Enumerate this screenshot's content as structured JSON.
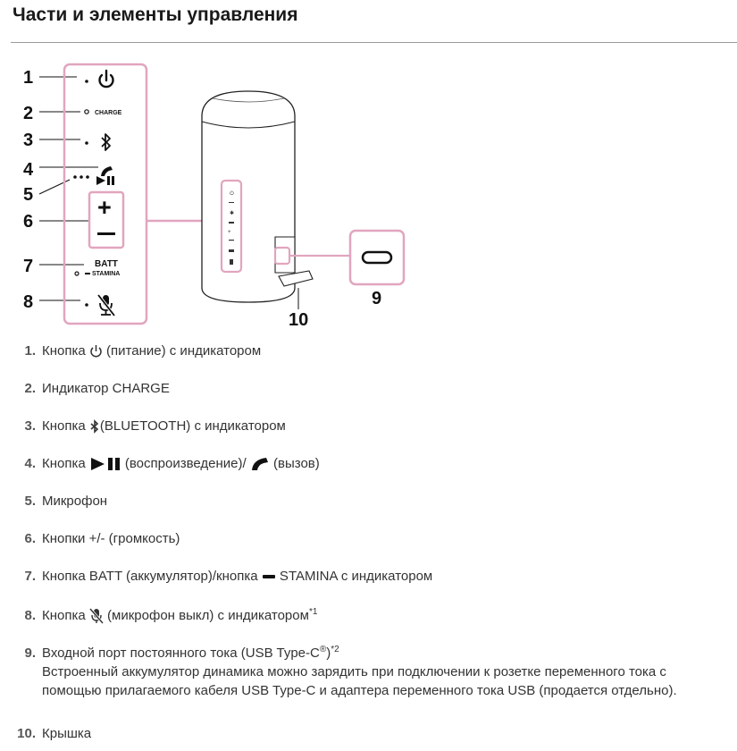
{
  "page": {
    "title": "Части и элементы управления"
  },
  "diagram": {
    "numbers": [
      "1",
      "2",
      "3",
      "4",
      "5",
      "6",
      "7",
      "8",
      "9",
      "10"
    ],
    "charge_label": "CHARGE",
    "batt_label": "BATT",
    "stamina_label": "STAMINA",
    "plus": "+",
    "minus": "−"
  },
  "items": [
    {
      "n": "1.",
      "before": "Кнопка ",
      "icon": "power-icon",
      "after": " (питание) с индикатором"
    },
    {
      "n": "2.",
      "text": "Индикатор CHARGE"
    },
    {
      "n": "3.",
      "before": "Кнопка ",
      "icon": "bluetooth-icon",
      "after": "(BLUETOOTH) с индикатором"
    },
    {
      "n": "4.",
      "before": "Кнопка ",
      "icon": "play-pause-icon",
      "middle": "(воспроизведение)/ ",
      "icon2": "call-icon",
      "after": " (вызов)"
    },
    {
      "n": "5.",
      "text": "Микрофон"
    },
    {
      "n": "6.",
      "text": "Кнопки +/- (громкость)"
    },
    {
      "n": "7.",
      "before": "Кнопка BATT (аккумулятор)/кнопка ",
      "icon": "stamina-bar-icon",
      "after": " STAMINA с индикатором"
    },
    {
      "n": "8.",
      "before": "Кнопка ",
      "icon": "mic-off-icon",
      "after": " (микрофон выкл) с индикатором",
      "sup": "*1"
    },
    {
      "n": "9.",
      "before": "Входной порт постоянного тока (USB Type-C",
      "sup_reg": "®",
      "after": ")",
      "sup": "*2",
      "line2": "Встроенный аккумулятор динамика можно зарядить при подключении к розетке переменного тока с",
      "line3": "помощью прилагаемого кабеля USB Type-C и адаптера переменного тока USB (продается отдельно)."
    },
    {
      "n": "10.",
      "text": "Крышка"
    }
  ]
}
